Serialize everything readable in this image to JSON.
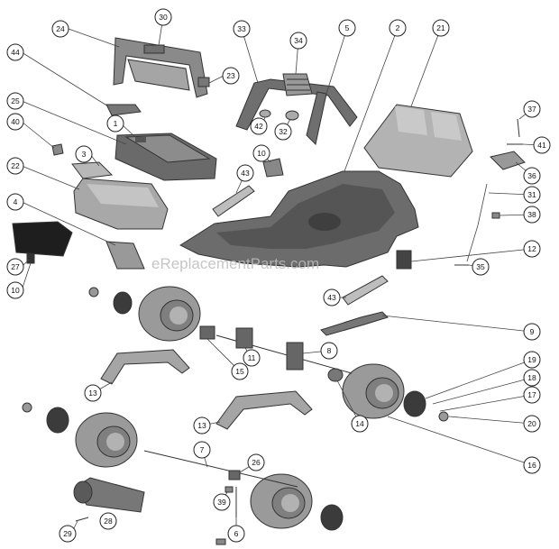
{
  "watermark": "eReplacementParts.com",
  "callouts": [
    {
      "id": "c30",
      "label": "30"
    },
    {
      "id": "c24",
      "label": "24"
    },
    {
      "id": "c23",
      "label": "23"
    },
    {
      "id": "c44",
      "label": "44"
    },
    {
      "id": "c25",
      "label": "25"
    },
    {
      "id": "c40",
      "label": "40"
    },
    {
      "id": "c1",
      "label": "1"
    },
    {
      "id": "c3",
      "label": "3"
    },
    {
      "id": "c22",
      "label": "22"
    },
    {
      "id": "c4",
      "label": "4"
    },
    {
      "id": "c27",
      "label": "27"
    },
    {
      "id": "c10a",
      "label": "10"
    },
    {
      "id": "c33",
      "label": "33"
    },
    {
      "id": "c34",
      "label": "34"
    },
    {
      "id": "c5",
      "label": "5"
    },
    {
      "id": "c2",
      "label": "2"
    },
    {
      "id": "c21",
      "label": "21"
    },
    {
      "id": "c42",
      "label": "42"
    },
    {
      "id": "c32",
      "label": "32"
    },
    {
      "id": "c10b",
      "label": "10"
    },
    {
      "id": "c43a",
      "label": "43"
    },
    {
      "id": "c37",
      "label": "37"
    },
    {
      "id": "c41",
      "label": "41"
    },
    {
      "id": "c36",
      "label": "36"
    },
    {
      "id": "c31",
      "label": "31"
    },
    {
      "id": "c38",
      "label": "38"
    },
    {
      "id": "c12",
      "label": "12"
    },
    {
      "id": "c35",
      "label": "35"
    },
    {
      "id": "c43b",
      "label": "43"
    },
    {
      "id": "c9",
      "label": "9"
    },
    {
      "id": "c8",
      "label": "8"
    },
    {
      "id": "c11",
      "label": "11"
    },
    {
      "id": "c15",
      "label": "15"
    },
    {
      "id": "c13a",
      "label": "13"
    },
    {
      "id": "c19",
      "label": "19"
    },
    {
      "id": "c18",
      "label": "18"
    },
    {
      "id": "c17",
      "label": "17"
    },
    {
      "id": "c20",
      "label": "20"
    },
    {
      "id": "c14",
      "label": "14"
    },
    {
      "id": "c16",
      "label": "16"
    },
    {
      "id": "c13b",
      "label": "13"
    },
    {
      "id": "c7",
      "label": "7"
    },
    {
      "id": "c26",
      "label": "26"
    },
    {
      "id": "c39",
      "label": "39"
    },
    {
      "id": "c6",
      "label": "6"
    },
    {
      "id": "c28",
      "label": "28"
    },
    {
      "id": "c29",
      "label": "29"
    }
  ]
}
